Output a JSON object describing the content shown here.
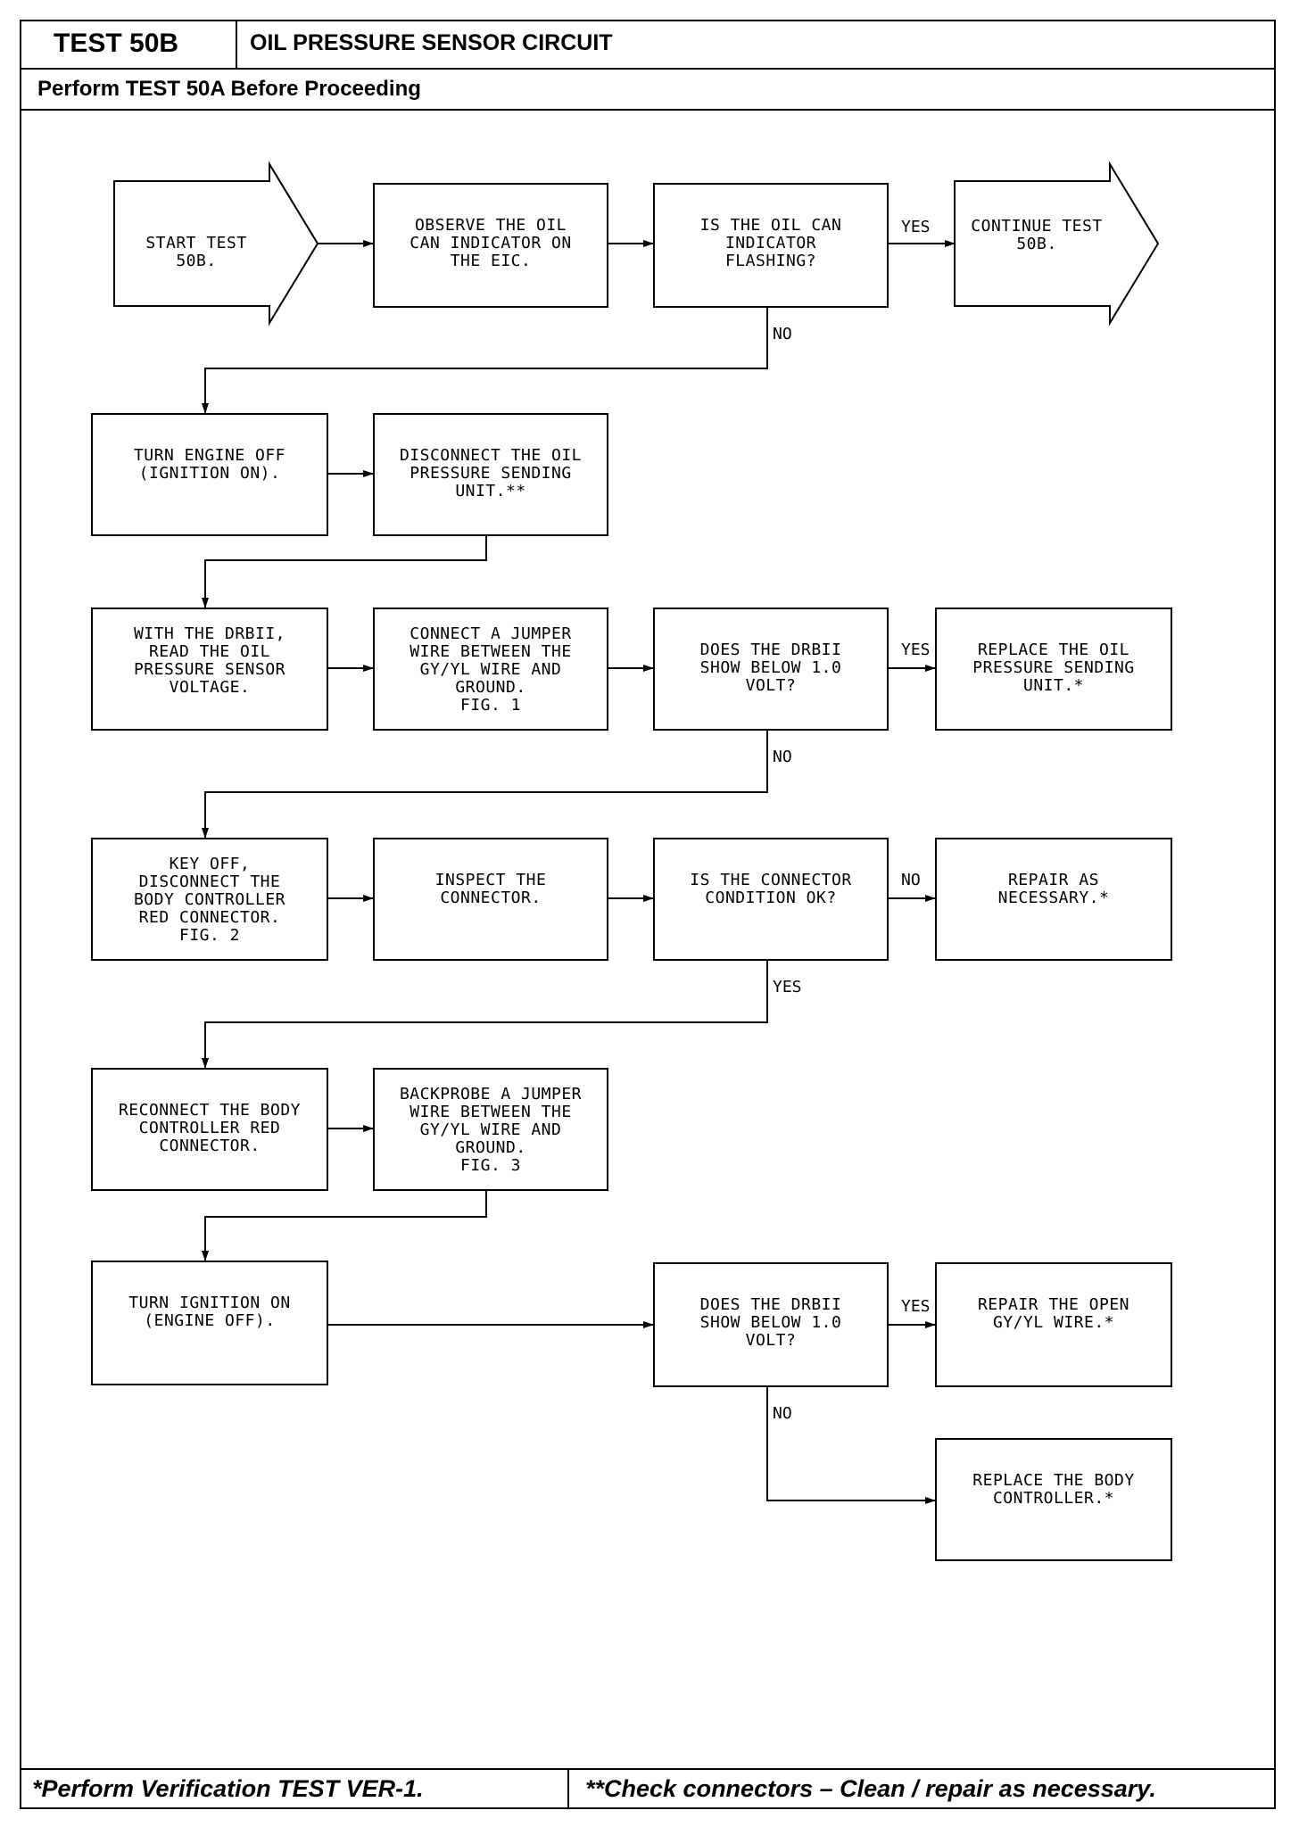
{
  "header": {
    "test_id": "TEST 50B",
    "title": "OIL PRESSURE SENSOR CIRCUIT",
    "subtitle": "Perform TEST 50A Before Proceeding"
  },
  "footer": {
    "left_note": "*Perform Verification TEST VER-1.",
    "right_note": "**Check connectors – Clean / repair as necessary."
  },
  "flow": {
    "start": "START TEST 50B.",
    "observe": "OBSERVE THE OIL\nCAN INDICATOR ON\nTHE EIC.",
    "q_flashing": "IS THE OIL CAN\nINDICATOR\nFLASHING?",
    "continue": "CONTINUE TEST\n50B.",
    "turn_engine_off": "TURN ENGINE OFF\n(IGNITION ON).",
    "disconnect_sending": "DISCONNECT THE OIL\nPRESSURE SENDING\nUNIT.**",
    "read_voltage": "WITH THE DRBII,\nREAD THE OIL\nPRESSURE SENSOR\nVOLTAGE.",
    "connect_jumper": "CONNECT A JUMPER\nWIRE BETWEEN THE\nGY/YL WIRE AND\nGROUND.\nFIG. 1",
    "q_below_1": "DOES THE DRBII\nSHOW BELOW 1.0\nVOLT?",
    "replace_sending": "REPLACE THE OIL\nPRESSURE SENDING\nUNIT.*",
    "key_off": "KEY OFF,\nDISCONNECT THE\nBODY CONTROLLER\nRED CONNECTOR.\nFIG. 2",
    "inspect": "INSPECT THE\nCONNECTOR.",
    "q_connector": "IS THE CONNECTOR\nCONDITION OK?",
    "repair_necessary": "REPAIR AS\nNECESSARY.*",
    "reconnect": "RECONNECT THE BODY\nCONTROLLER RED\nCONNECTOR.",
    "backprobe": "BACKPROBE A JUMPER\nWIRE BETWEEN THE\nGY/YL WIRE AND\nGROUND.\nFIG. 3",
    "turn_ignition_on": "TURN IGNITION ON\n(ENGINE OFF).",
    "q_below_2": "DOES THE DRBII\nSHOW BELOW 1.0\nVOLT?",
    "repair_open": "REPAIR THE OPEN\nGY/YL WIRE.*",
    "replace_controller": "REPLACE THE BODY\nCONTROLLER.*"
  },
  "labels": {
    "yes": "YES",
    "no": "NO"
  }
}
